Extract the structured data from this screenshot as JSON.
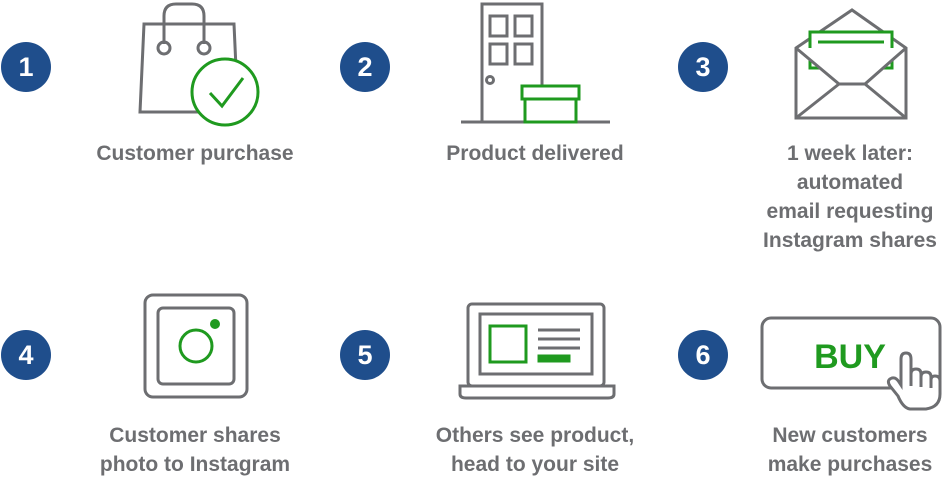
{
  "colors": {
    "badge": "#1f4e8c",
    "accent": "#1f9a1f",
    "stroke": "#6d6e71"
  },
  "steps": [
    {
      "number": "1",
      "icon": "shopping-bag-check-icon",
      "caption": [
        "Customer purchase"
      ]
    },
    {
      "number": "2",
      "icon": "door-package-icon",
      "caption": [
        "Product delivered"
      ]
    },
    {
      "number": "3",
      "icon": "envelope-letter-icon",
      "caption": [
        "1 week later:",
        "automated",
        "email requesting",
        "Instagram shares"
      ]
    },
    {
      "number": "4",
      "icon": "instagram-camera-icon",
      "caption": [
        "Customer shares",
        "photo to Instagram"
      ]
    },
    {
      "number": "5",
      "icon": "laptop-website-icon",
      "caption": [
        "Others see product,",
        "head to your site"
      ]
    },
    {
      "number": "6",
      "icon": "buy-button-cursor-icon",
      "button_label": "BUY",
      "caption": [
        "New customers",
        "make purchases"
      ]
    }
  ]
}
